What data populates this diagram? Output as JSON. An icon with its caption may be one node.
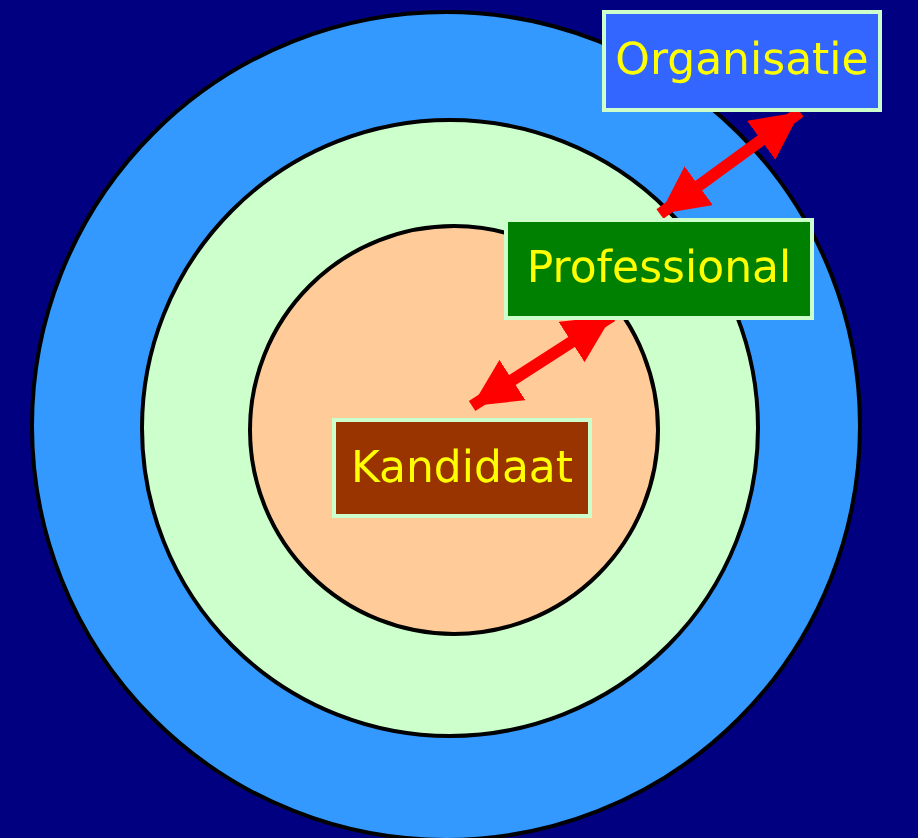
{
  "diagram": {
    "nodes": [
      {
        "text": [],
        "shape": "circle"
      },
      {
        "text": [],
        "shape": "circle",
        "in": 0
      },
      {
        "text": [],
        "shape": "circle",
        "in": 1
      },
      {
        "text": [
          "Organisatie"
        ]
      },
      {
        "text": [
          "Professional"
        ],
        "in": 0
      },
      {
        "text": [
          "Kandidaat"
        ],
        "in": 2
      }
    ],
    "edges": [
      {
        "from": 3,
        "to": 4,
        "arrow": "both"
      },
      {
        "from": 4,
        "to": 5,
        "arrow": "both"
      }
    ]
  }
}
